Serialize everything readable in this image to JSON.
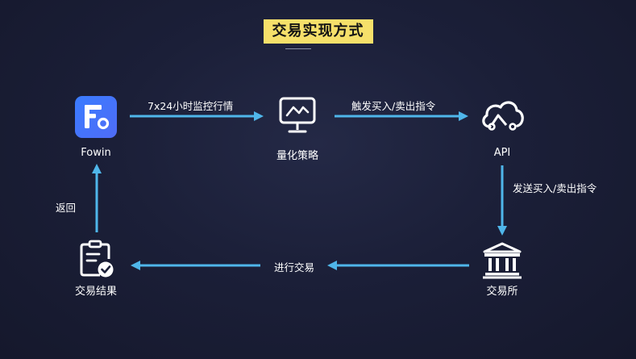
{
  "title": "交易实现方式",
  "nodes": {
    "fowin": {
      "label": "Fowin",
      "icon": "fowin-logo-icon"
    },
    "strategy": {
      "label": "量化策略",
      "icon": "monitor-chart-icon"
    },
    "api": {
      "label": "API",
      "icon": "cloud-api-icon"
    },
    "exchange": {
      "label": "交易所",
      "icon": "bank-building-icon"
    },
    "result": {
      "label": "交易结果",
      "icon": "clipboard-check-icon"
    }
  },
  "edges": {
    "fowin_to_strategy": "7x24小时监控行情",
    "strategy_to_api": "触发买入/卖出指令",
    "api_to_exchange": "发送买入/卖出指令",
    "exchange_to_result": "进行交易",
    "result_to_fowin": "返回"
  },
  "colors": {
    "background": "#1b1f38",
    "title_bg": "#f6e06a",
    "arrow": "#4fb6ea",
    "logo_blue": "#3a7cff"
  }
}
